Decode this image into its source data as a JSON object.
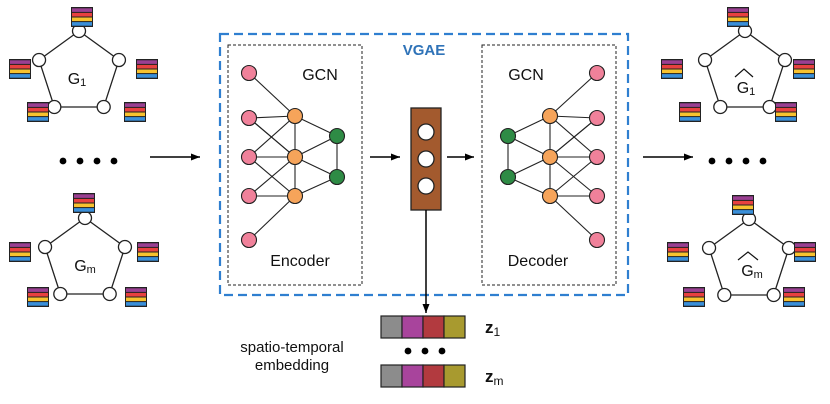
{
  "title": "VGAE",
  "encoder": {
    "block_label": "GCN",
    "caption": "Encoder"
  },
  "decoder": {
    "block_label": "GCN",
    "caption": "Decoder"
  },
  "input_graphs": {
    "first": "G",
    "first_sub": "1",
    "last": "G",
    "last_sub": "m"
  },
  "output_graphs": {
    "first": "G",
    "first_sub": "1",
    "last": "G",
    "last_sub": "m"
  },
  "embedding": {
    "caption_line1": "spatio-temporal",
    "caption_line2": "embedding",
    "z_first": "z",
    "z_first_sub": "1",
    "z_last": "z",
    "z_last_sub": "m"
  },
  "colors": {
    "vgae_border": "#2f7fd0",
    "vgae_title": "#2f73b8",
    "input_node": "#f0819a",
    "hidden_node": "#f6a45a",
    "latent_node": "#2e8b45",
    "latent_block": "#a35a2e",
    "feature_stripes": [
      "#9b3f92",
      "#e8413f",
      "#f8c22f",
      "#3a8fd9"
    ],
    "embedding_cells": [
      "#8c8c8c",
      "#a8449c",
      "#b23a3f",
      "#a89a2f"
    ]
  }
}
